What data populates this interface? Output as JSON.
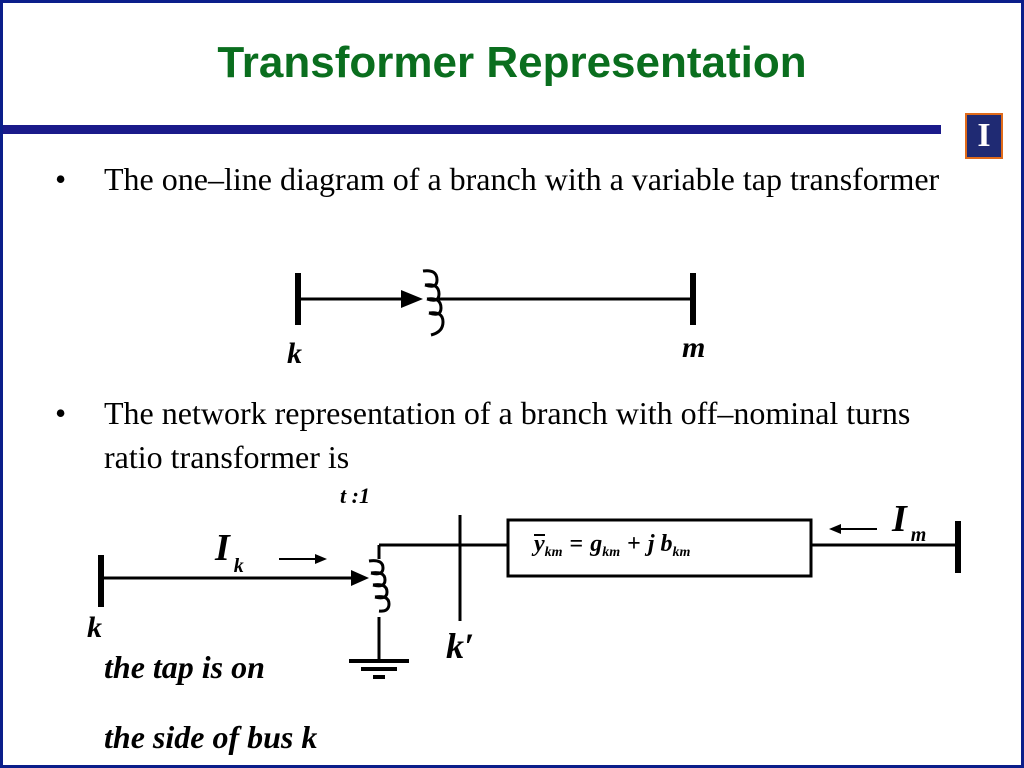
{
  "slide": {
    "title": "Transformer Representation",
    "colors": {
      "title": "#0a6e1e",
      "border": "#0b1e8a",
      "rule": "#1a1a8a",
      "logo_bg": "#1f2a73",
      "logo_border": "#e06b1a"
    },
    "logo": {
      "icon": "university-block-i-logo",
      "letter": "I"
    }
  },
  "bullets": [
    {
      "marker": "•",
      "text": "The one–line diagram of a branch with a variable tap transformer"
    },
    {
      "marker": "•",
      "text": "The network representation of a branch with off–nominal turns ratio transformer is"
    }
  ],
  "diagram1": {
    "bus_k_label": "k",
    "bus_m_label": "m"
  },
  "diagram2": {
    "ratio_label": "t :1",
    "current_k": {
      "main": "I",
      "sub": "k"
    },
    "current_m": {
      "main": "I",
      "sub": "m"
    },
    "bus_k_label": "k",
    "bus_kprime_label": "k′",
    "admittance": {
      "y": "y",
      "y_sub": "km",
      "eq": "=",
      "g": "g",
      "g_sub": "km",
      "plus": "+",
      "j": "j",
      "b": "b",
      "b_sub": "km"
    },
    "note_line1": "the tap is on",
    "note_line2": "the side of bus k"
  }
}
